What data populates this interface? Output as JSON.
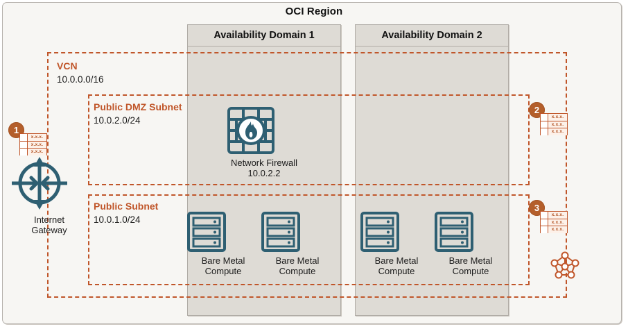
{
  "diagram": {
    "title": "OCI Region",
    "availability_domains": [
      {
        "label": "Availability Domain 1"
      },
      {
        "label": "Availability Domain 2"
      }
    ],
    "zones": {
      "vcn": {
        "label": "VCN",
        "cidr": "10.0.0.0/16"
      },
      "dmz": {
        "label": "Public DMZ Subnet",
        "cidr": "10.0.2.0/24"
      },
      "pub": {
        "label": "Public Subnet",
        "cidr": "10.0.1.0/24"
      }
    },
    "nodes": {
      "internet_gateway": {
        "icon": "internet-gateway-icon",
        "line1": "Internet",
        "line2": "Gateway"
      },
      "network_firewall": {
        "icon": "network-firewall-icon",
        "line1": "Network Firewall",
        "line2": "10.0.2.2"
      },
      "bare_metal_1": {
        "icon": "bare-metal-compute-icon",
        "line1": "Bare Metal",
        "line2": "Compute"
      },
      "bare_metal_2": {
        "icon": "bare-metal-compute-icon",
        "line1": "Bare Metal",
        "line2": "Compute"
      },
      "bare_metal_3": {
        "icon": "bare-metal-compute-icon",
        "line1": "Bare Metal",
        "line2": "Compute"
      },
      "bare_metal_4": {
        "icon": "bare-metal-compute-icon",
        "line1": "Bare Metal",
        "line2": "Compute"
      },
      "mesh": {
        "icon": "network-mesh-icon"
      }
    },
    "callouts": [
      {
        "number": "1",
        "route_table_rows": [
          "x.x.x.",
          "x.x.x.",
          "x.x.x."
        ]
      },
      {
        "number": "2",
        "route_table_rows": [
          "x.x.x.",
          "x.x.x.",
          "x.x.x."
        ]
      },
      {
        "number": "3",
        "route_table_rows": [
          "x.x.x.",
          "x.x.x.",
          "x.x.x."
        ]
      }
    ],
    "colors": {
      "accent_orange": "#c0562a",
      "badge_orange": "#b45f2b",
      "icon_teal": "#2e5f72",
      "ad_fill": "#dedbd5",
      "region_fill": "#f7f6f3"
    }
  }
}
